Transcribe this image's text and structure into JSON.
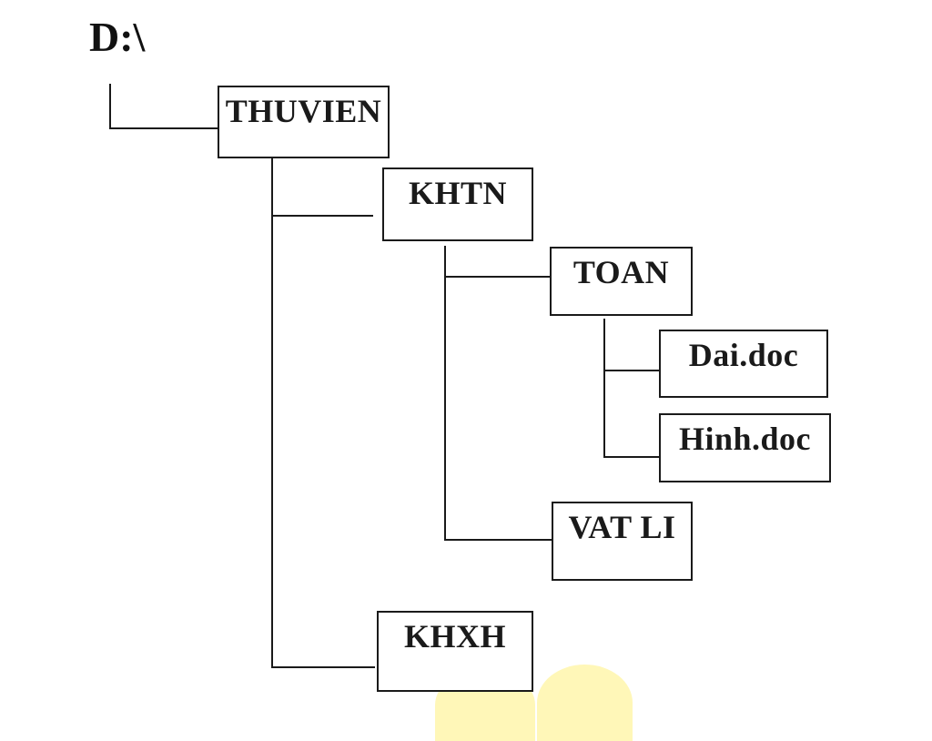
{
  "root": {
    "label": "D:\\"
  },
  "folders": {
    "thuvien": "THUVIEN",
    "khtn": "KHTN",
    "toan": "TOAN",
    "vatli": "VAT LI",
    "khxh": "KHXH"
  },
  "files": {
    "dai": "Dai.doc",
    "hinh": "Hinh.doc"
  },
  "colors": {
    "line": "#1a1a1a",
    "background": "#ffffff",
    "watermark": "#fff7b8"
  }
}
